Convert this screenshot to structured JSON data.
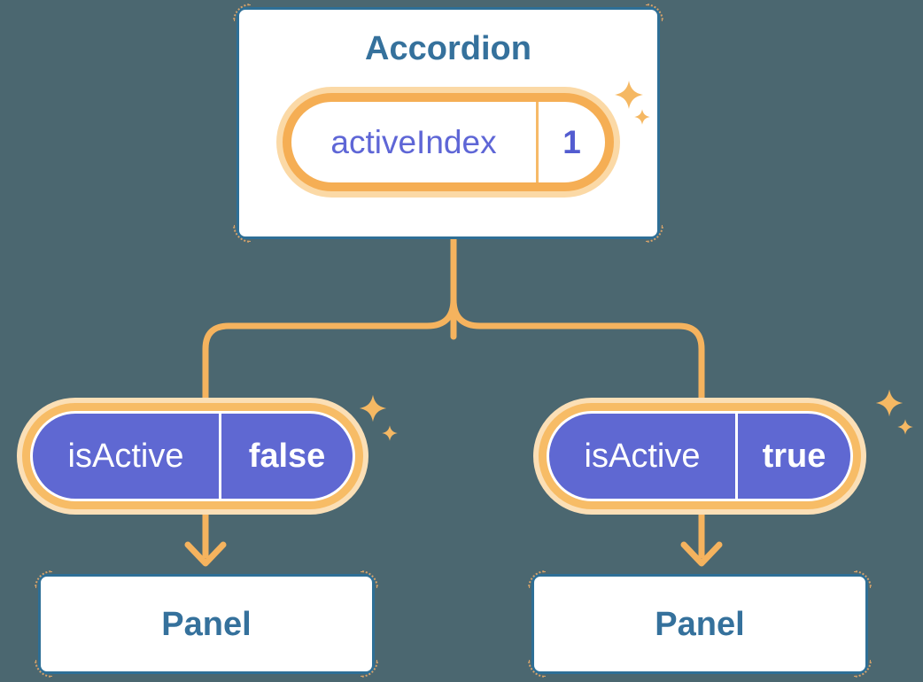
{
  "diagram": {
    "description": "Component tree: Accordion holds activeIndex state, passes isActive prop to two Panels"
  },
  "accordion_card": {
    "title": "Accordion",
    "state_pill": {
      "name": "activeIndex",
      "value": "1"
    }
  },
  "children": [
    {
      "prop_pill": {
        "name": "isActive",
        "value": "false"
      },
      "panel": {
        "label": "Panel"
      }
    },
    {
      "prop_pill": {
        "name": "isActive",
        "value": "true"
      },
      "panel": {
        "label": "Panel"
      }
    }
  ],
  "colors": {
    "background": "#4B6770",
    "card_border_blue": "#2E6F96",
    "heading_text_blue": "#35719C",
    "connector_orange": "#F5B35E",
    "state_pill_ring": "#F5AE54",
    "pill_glow": "#FBD9A6",
    "prop_pill_ring": "#F7BC66",
    "prop_pill_purple": "#5F68D2",
    "state_text_purple": "#5E66D6",
    "state_value_purple": "#535CD0",
    "sparkle_orange": "#F5B863"
  }
}
